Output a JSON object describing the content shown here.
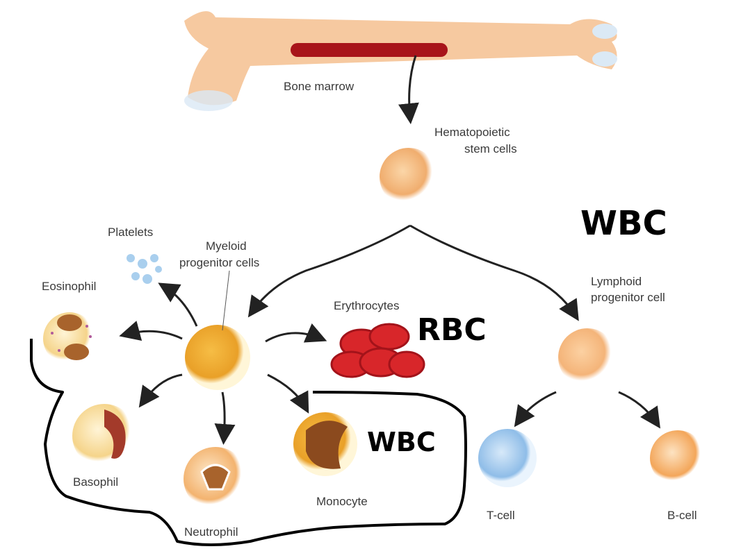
{
  "labels": {
    "bone_marrow": "Bone marrow",
    "stem_line1": "Hematopoietic",
    "stem_line2": "stem cells",
    "platelets": "Platelets",
    "myeloid_line1": "Myeloid",
    "myeloid_line2": "progenitor cells",
    "eosinophil": "Eosinophil",
    "erythrocytes": "Erythrocytes",
    "lymphoid_line1": "Lymphoid",
    "lymphoid_line2": "progenitor cell",
    "basophil": "Basophil",
    "neutrophil": "Neutrophil",
    "monocyte": "Monocyte",
    "t_cell": "T-cell",
    "b_cell": "B-cell"
  },
  "annotations": {
    "wbc_top": "WBC",
    "rbc": "RBC",
    "wbc_box": "WBC"
  },
  "colors": {
    "bone": "#f6c9a0",
    "marrow": "#a8141a",
    "myeloid": "#f0a830",
    "erythrocyte": "#d8262a",
    "t_cell": "#a9cdee",
    "b_cell": "#f6b878",
    "annotation": "#000000"
  }
}
